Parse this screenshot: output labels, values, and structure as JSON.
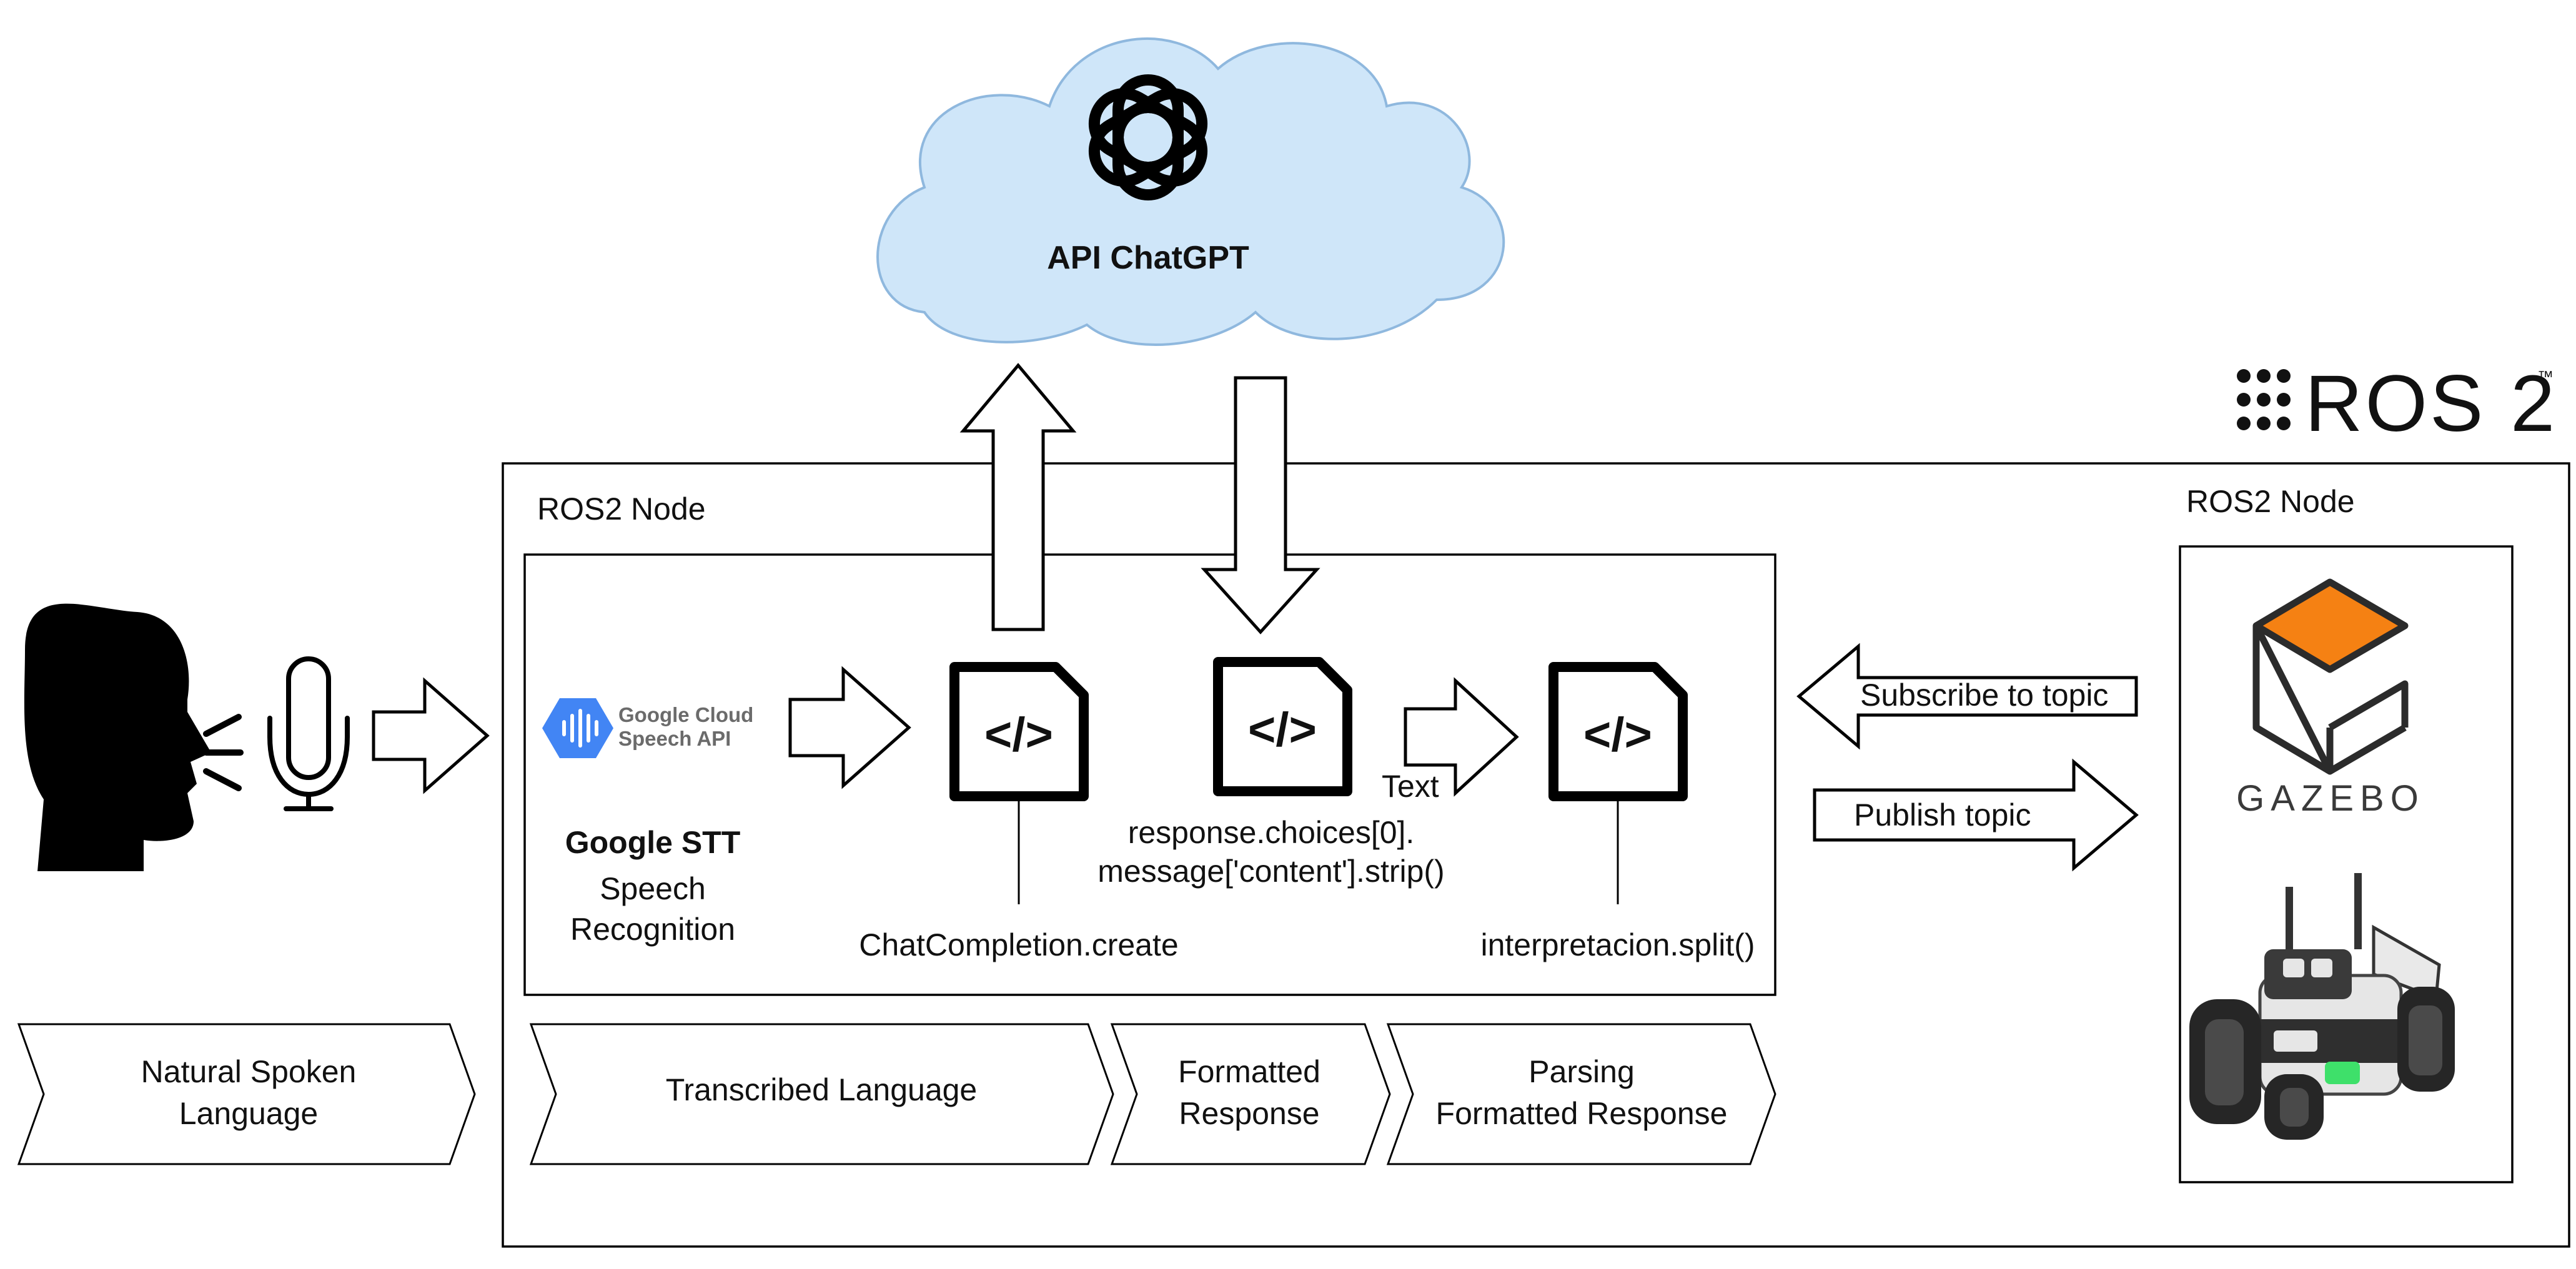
{
  "cloud": {
    "label": "API ChatGPT"
  },
  "ros2_logo": {
    "text": "ROS 2",
    "tm": "™"
  },
  "outer_node": {
    "label": "ROS2 Node"
  },
  "right_node": {
    "label": "ROS2 Node"
  },
  "google_logo": {
    "line1": "Google Cloud",
    "line2": "Speech API"
  },
  "google_stt": {
    "title": "Google STT",
    "line1": "Speech",
    "line2": "Recognition"
  },
  "code_blocks": {
    "create_caption": "ChatCompletion.create",
    "response_line1": "response.choices[0].",
    "response_line2": "message['content'].strip()",
    "text_label": "Text",
    "split_caption": "interpretacion.split()",
    "glyph": "</>"
  },
  "topics": {
    "subscribe": "Subscribe to topic",
    "publish": "Publish topic"
  },
  "gazebo": {
    "label": "GAZEBO"
  },
  "stages": [
    {
      "line1": "Natural Spoken",
      "line2": "Language"
    },
    {
      "line1": "Transcribed Language",
      "line2": ""
    },
    {
      "line1": "Formatted",
      "line2": "Response"
    },
    {
      "line1": "Parsing",
      "line2": "Formatted Response"
    }
  ],
  "colors": {
    "cloud": "#cfe6f9",
    "google_blue": "#4285f4",
    "gazebo_orange": "#f58113",
    "led_green": "#3ee06a"
  }
}
